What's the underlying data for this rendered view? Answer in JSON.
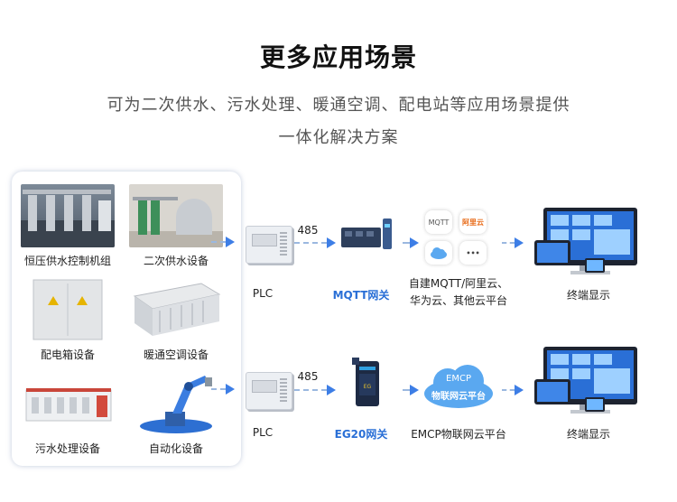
{
  "header": {
    "title": "更多应用场景",
    "subtitle_line1": "可为二次供水、污水处理、暖通空调、配电站等应用场景提供",
    "subtitle_line2": "一体化解决方案"
  },
  "devices": [
    {
      "label": "恒压供水控制机组"
    },
    {
      "label": "二次供水设备"
    },
    {
      "label": "配电箱设备"
    },
    {
      "label": "暖通空调设备"
    },
    {
      "label": "污水处理设备"
    },
    {
      "label": "自动化设备"
    }
  ],
  "row1": {
    "plc_label": "PLC",
    "protocol": "485",
    "gateway_label": "MQTT网关",
    "cloud_label_line1": "自建MQTT/阿里云、",
    "cloud_label_line2": "华为云、其他云平台",
    "cloud_icons": {
      "mqtt": "MQTT",
      "aliyun": "阿里云",
      "more": "•••"
    },
    "terminal_label": "终端显示"
  },
  "row2": {
    "plc_label": "PLC",
    "protocol": "485",
    "gateway_label": "EG20网关",
    "cloud_badge_line1": "EMCP",
    "cloud_badge_line2": "物联网云平台",
    "cloud_label": "EMCP物联网云平台",
    "terminal_label": "终端显示"
  },
  "colors": {
    "accent": "#2a6fd6",
    "arrow": "#3d7ee6",
    "cloud": "#5aa8f0"
  }
}
